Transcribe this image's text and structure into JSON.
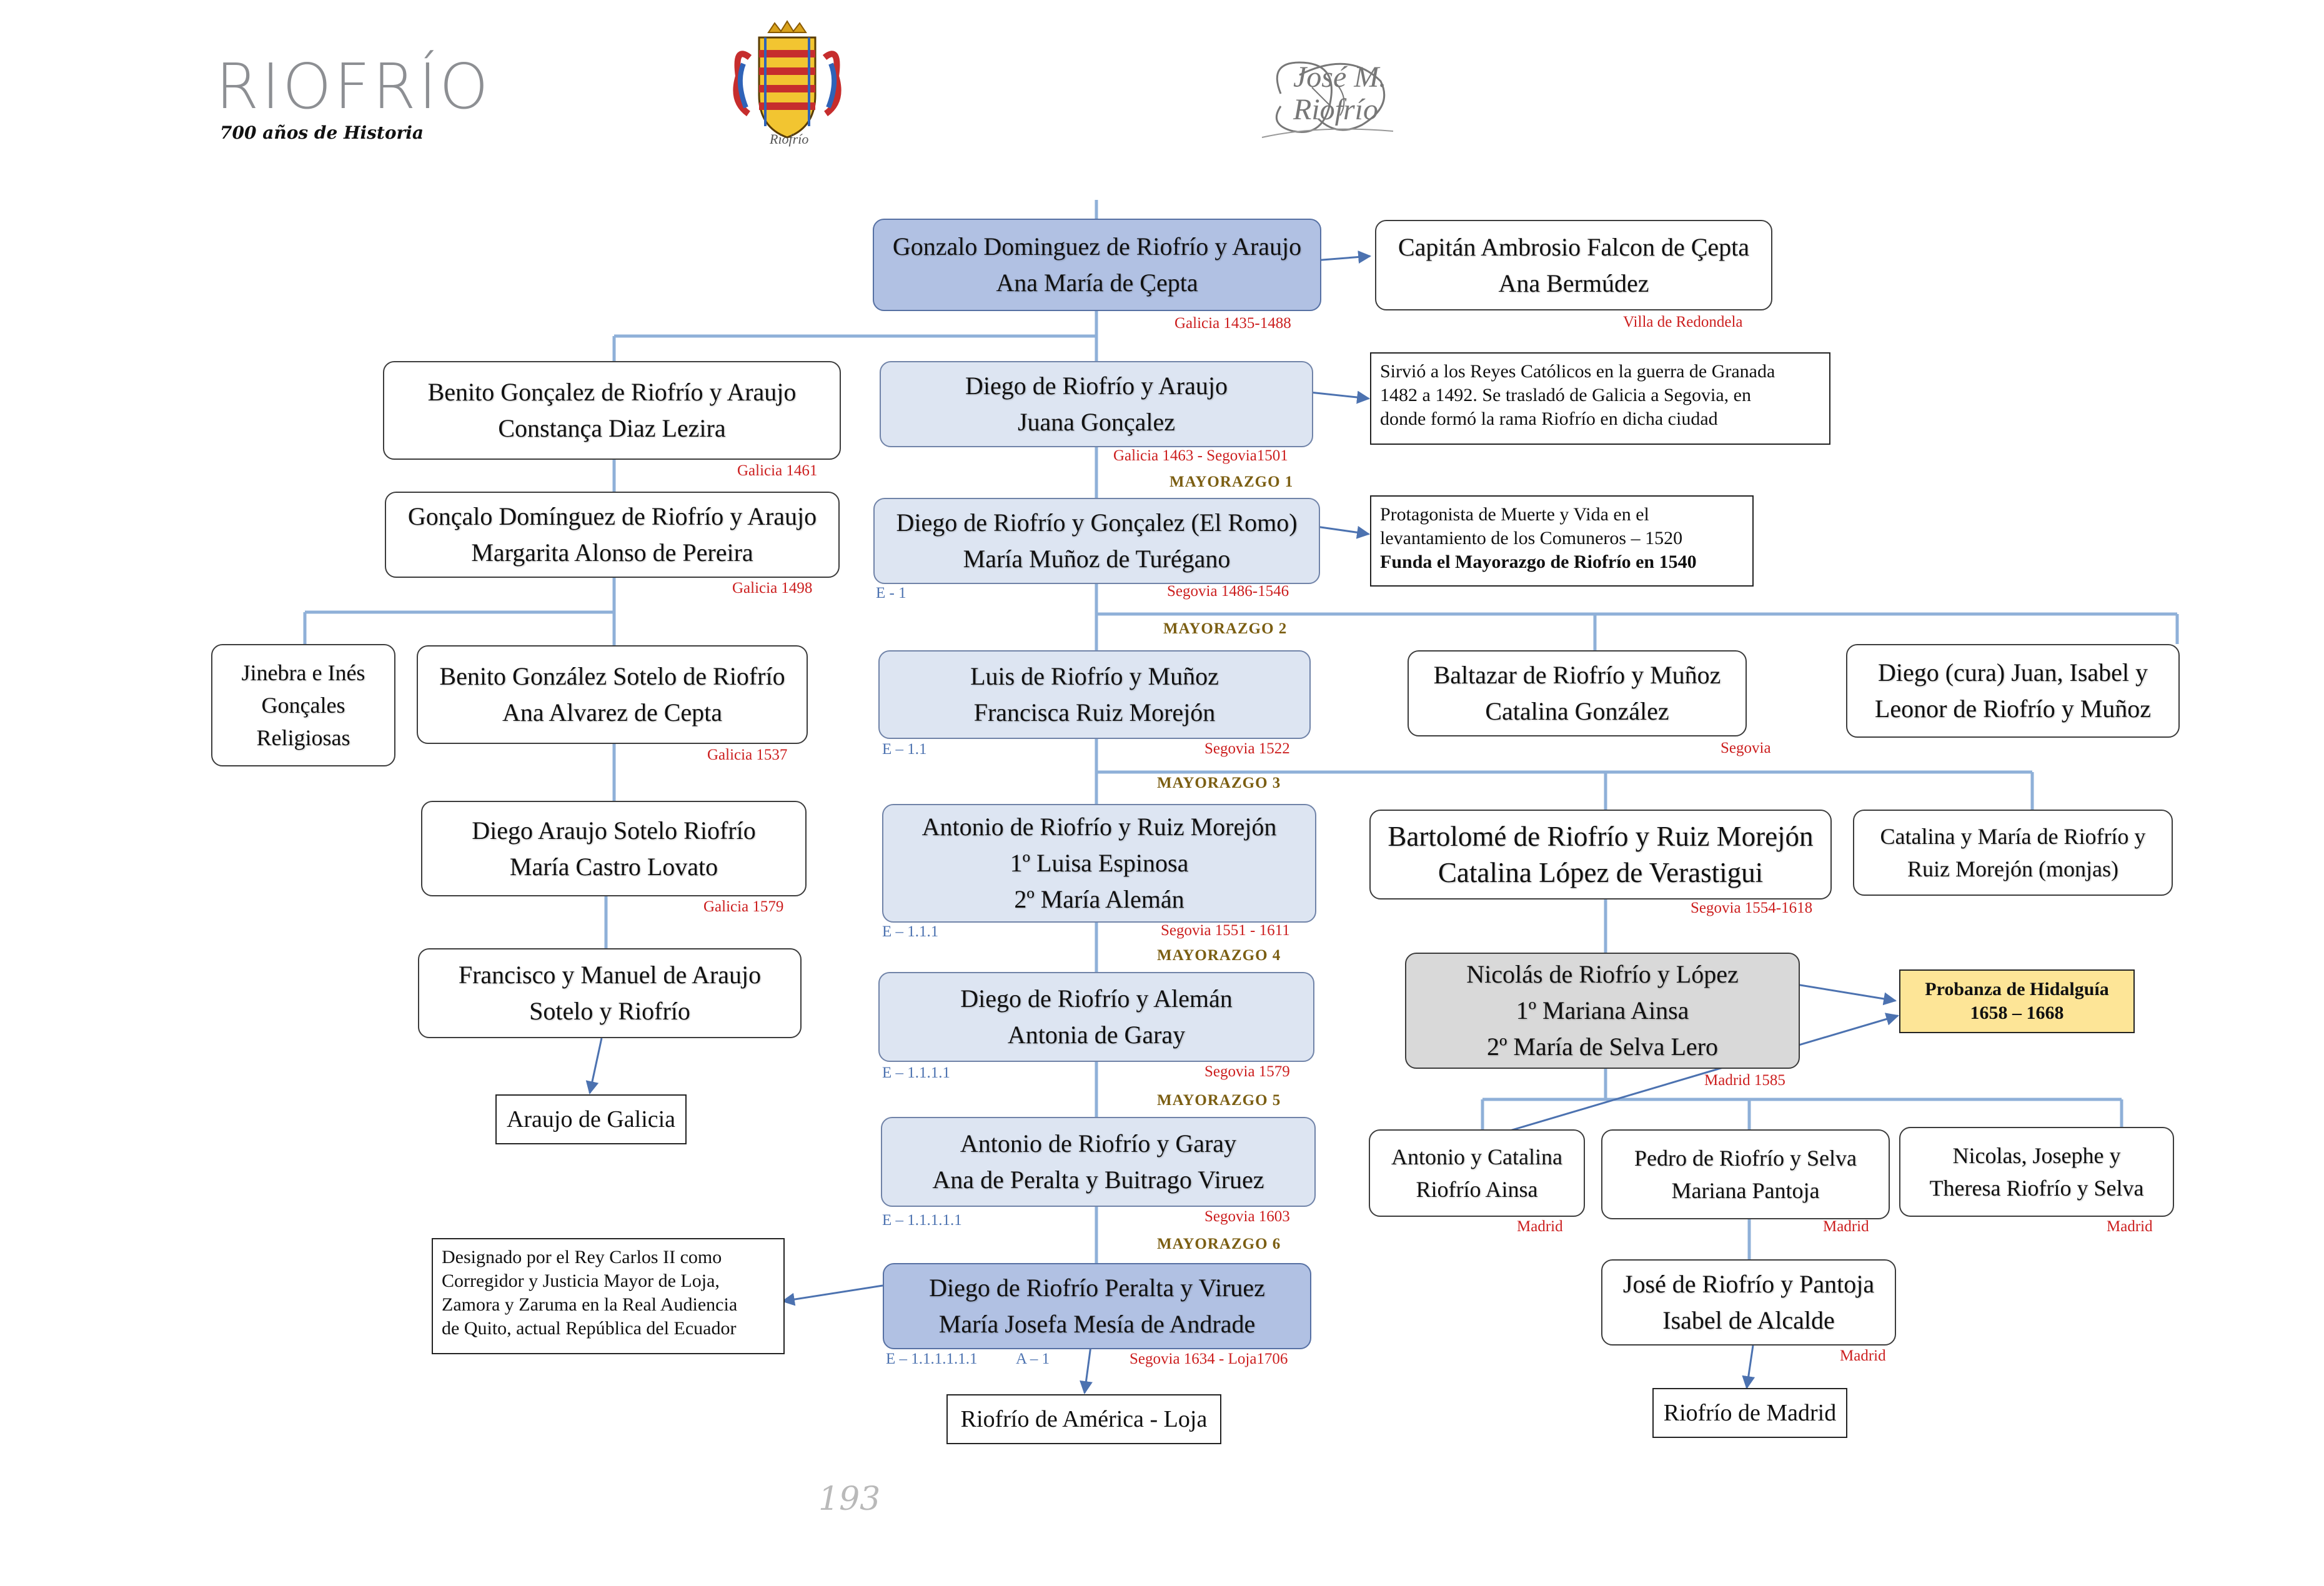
{
  "header": {
    "logo_title": "RIOFRÍO",
    "logo_subtitle": "700 años de Historia",
    "crest_caption": "Riofrío",
    "signature": "José M. Riofrío"
  },
  "page_number": "193",
  "people": {
    "gonzalo": [
      "Gonzalo Dominguez de Riofrío y Araujo",
      "Ana María de Çepta"
    ],
    "ambrosio": [
      "Capitán Ambrosio Falcon de Çepta",
      "Ana Bermúdez"
    ],
    "benito1": [
      "Benito Gonçalez de Riofrío y Araujo",
      "Constança Diaz Lezira"
    ],
    "diego1": [
      "Diego de Riofrío y Araujo",
      "Juana Gonçalez"
    ],
    "goncalo2": [
      "Gonçalo Domínguez de Riofrío y Araujo",
      "Margarita Alonso de Pereira"
    ],
    "diego_romo": [
      "Diego de Riofrío y Gonçalez (El Romo)",
      "María Muñoz de Turégano"
    ],
    "jinebra": [
      "Jinebra e Inés",
      "Gonçales",
      "Religiosas"
    ],
    "benito2": [
      "Benito González Sotelo de Riofrío",
      "Ana Alvarez de Cepta"
    ],
    "luis": [
      "Luis de Riofrío y Muñoz",
      "Francisca Ruiz Morejón"
    ],
    "baltazar": [
      "Baltazar de Riofrío y Muñoz",
      "Catalina González"
    ],
    "diego_cura": [
      "Diego (cura) Juan, Isabel y",
      "Leonor de Riofrío y Muñoz"
    ],
    "diego_araujo": [
      "Diego Araujo Sotelo Riofrío",
      "María Castro Lovato"
    ],
    "antonio1": [
      "Antonio de Riofrío y Ruiz Morejón",
      "1º Luisa Espinosa",
      "2º María Alemán"
    ],
    "bartolome": [
      "Bartolomé de Riofrío y Ruiz Morejón",
      "Catalina López de Verastigui"
    ],
    "catalina_maria": [
      "Catalina y María de Riofrío y",
      "Ruiz Morejón (monjas)"
    ],
    "francisco": [
      "Francisco y Manuel de Araujo",
      "Sotelo y Riofrío"
    ],
    "diego_aleman": [
      "Diego de Riofrío y Alemán",
      "Antonia de Garay"
    ],
    "nicolas": [
      "Nicolás de Riofrío y López",
      "1º Mariana Ainsa",
      "2º María de Selva Lero"
    ],
    "antonio2": [
      "Antonio de Riofrío y Garay",
      "Ana de Peralta y Buitrago Viruez"
    ],
    "antonio_catalina": [
      "Antonio y Catalina",
      "Riofrío Ainsa"
    ],
    "pedro": [
      "Pedro de Riofrío y Selva",
      "Mariana Pantoja"
    ],
    "nicolas_josephe": [
      "Nicolas, Josephe y",
      "Theresa Riofrío y Selva"
    ],
    "diego_peralta": [
      "Diego de Riofrío Peralta y Viruez",
      "María Josefa Mesía de Andrade"
    ],
    "jose": [
      "José de Riofrío y Pantoja",
      "Isabel de Alcalde"
    ]
  },
  "places": {
    "araujo_galicia": "Araujo de Galicia",
    "riofrio_america": "Riofrío de América - Loja",
    "riofrio_madrid": "Riofrío de Madrid"
  },
  "probanza": [
    "Probanza de Hidalguía",
    "1658 – 1668"
  ],
  "notes": {
    "reyes": [
      "Sirvió a los Reyes Católicos en la guerra de Granada",
      "1482 a 1492. Se trasladó de Galicia a Segovia, en",
      "donde formó la rama Riofrío en dicha ciudad"
    ],
    "comuneros": [
      "Protagonista de Muerte y Vida en el",
      "levantamiento de los Comuneros – 1520",
      "Funda el Mayorazgo de Riofrío en 1540"
    ],
    "carlos": [
      "Designado por el Rey Carlos II como",
      "Corregidor y Justicia Mayor de Loja,",
      "Zamora y Zaruma en la Real Audiencia",
      "de Quito, actual República del Ecuador"
    ]
  },
  "labels": {
    "gonzalo": "Galicia 1435-1488",
    "ambrosio": "Villa de Redondela",
    "benito1": "Galicia 1461",
    "diego1": "Galicia 1463 - Segovia1501",
    "goncalo2": "Galicia 1498",
    "diego_romo": "Segovia 1486-1546",
    "benito2": "Galicia 1537",
    "luis": "Segovia 1522",
    "baltazar": "Segovia",
    "diego_araujo": "Galicia 1579",
    "antonio1": "Segovia 1551 - 1611",
    "bartolome": "Segovia 1554-1618",
    "diego_aleman": "Segovia 1579",
    "nicolas": "Madrid 1585",
    "antonio2": "Segovia 1603",
    "antonio_catalina": "Madrid",
    "pedro": "Madrid",
    "nicolas_josephe": "Madrid",
    "diego_peralta": "Segovia 1634 - Loja1706",
    "jose": "Madrid"
  },
  "mayorazgos": [
    "MAYORAZGO 1",
    "MAYORAZGO 2",
    "MAYORAZGO 3",
    "MAYORAZGO 4",
    "MAYORAZGO 5",
    "MAYORAZGO 6"
  ],
  "ecodes": {
    "e1": "E - 1",
    "e11": "E – 1.1",
    "e111": "E – 1.1.1",
    "e1111": "E – 1.1.1.1",
    "e11111": "E – 1.1.1.1.1",
    "e111111": "E – 1.1.1.1.1.1",
    "a1": "A – 1"
  },
  "colors": {
    "line_blue": "#8fb0d8",
    "arrow_blue": "#4c72b0",
    "box_blue_light": "#dde5f2",
    "box_blue_dark": "#b1c1e3",
    "date_red": "#cc1f1f",
    "mayorazgo_gold": "#7b5e12",
    "probanza_yellow": "#fde597"
  }
}
